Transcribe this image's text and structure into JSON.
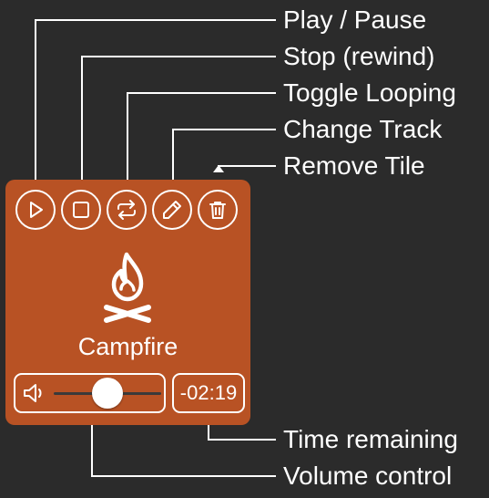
{
  "callouts": {
    "play_pause": "Play / Pause",
    "stop": "Stop (rewind)",
    "loop": "Toggle Looping",
    "change_track": "Change Track",
    "remove_tile": "Remove Tile",
    "time_remaining": "Time remaining",
    "volume_control": "Volume control"
  },
  "tile": {
    "track_name": "Campfire",
    "time_remaining": "-02:19",
    "volume_fraction": 0.5,
    "icon": "campfire-icon",
    "buttons": [
      "play-icon",
      "stop-icon",
      "loop-icon",
      "pencil-icon",
      "trash-icon"
    ]
  },
  "colors": {
    "background": "#2b2b2b",
    "tile": "#b85224",
    "foreground": "#ffffff"
  }
}
